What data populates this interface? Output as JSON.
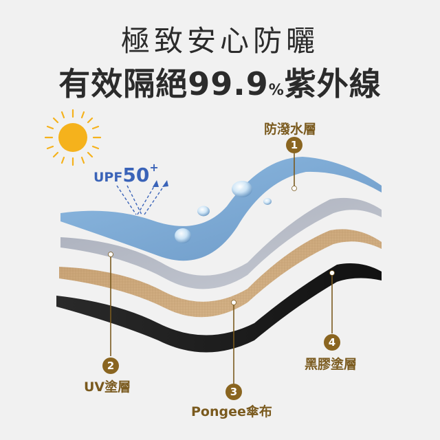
{
  "headline": {
    "line1": "極致安心防曬",
    "line2_prefix": "有效隔絕99.9",
    "line2_pct": "%",
    "line2_suffix": "紫外線"
  },
  "upf": {
    "text": "UPF",
    "value": "50",
    "plus": "+"
  },
  "layers": [
    {
      "number": "1",
      "label": "防潑水層"
    },
    {
      "number": "2",
      "label": "UV塗層"
    },
    {
      "number": "3",
      "label": "Pongee傘布"
    },
    {
      "number": "4",
      "label": "黑膠塗層"
    }
  ],
  "colors": {
    "background": "#f1f1f1",
    "water_layer": "#7ba8d2",
    "uv_layer": "#9aa0ad",
    "pongee_layer": "#c9a67a",
    "black_layer": "#1e1e1e",
    "accent": "#8a6520",
    "sun": "#f5b21c"
  }
}
